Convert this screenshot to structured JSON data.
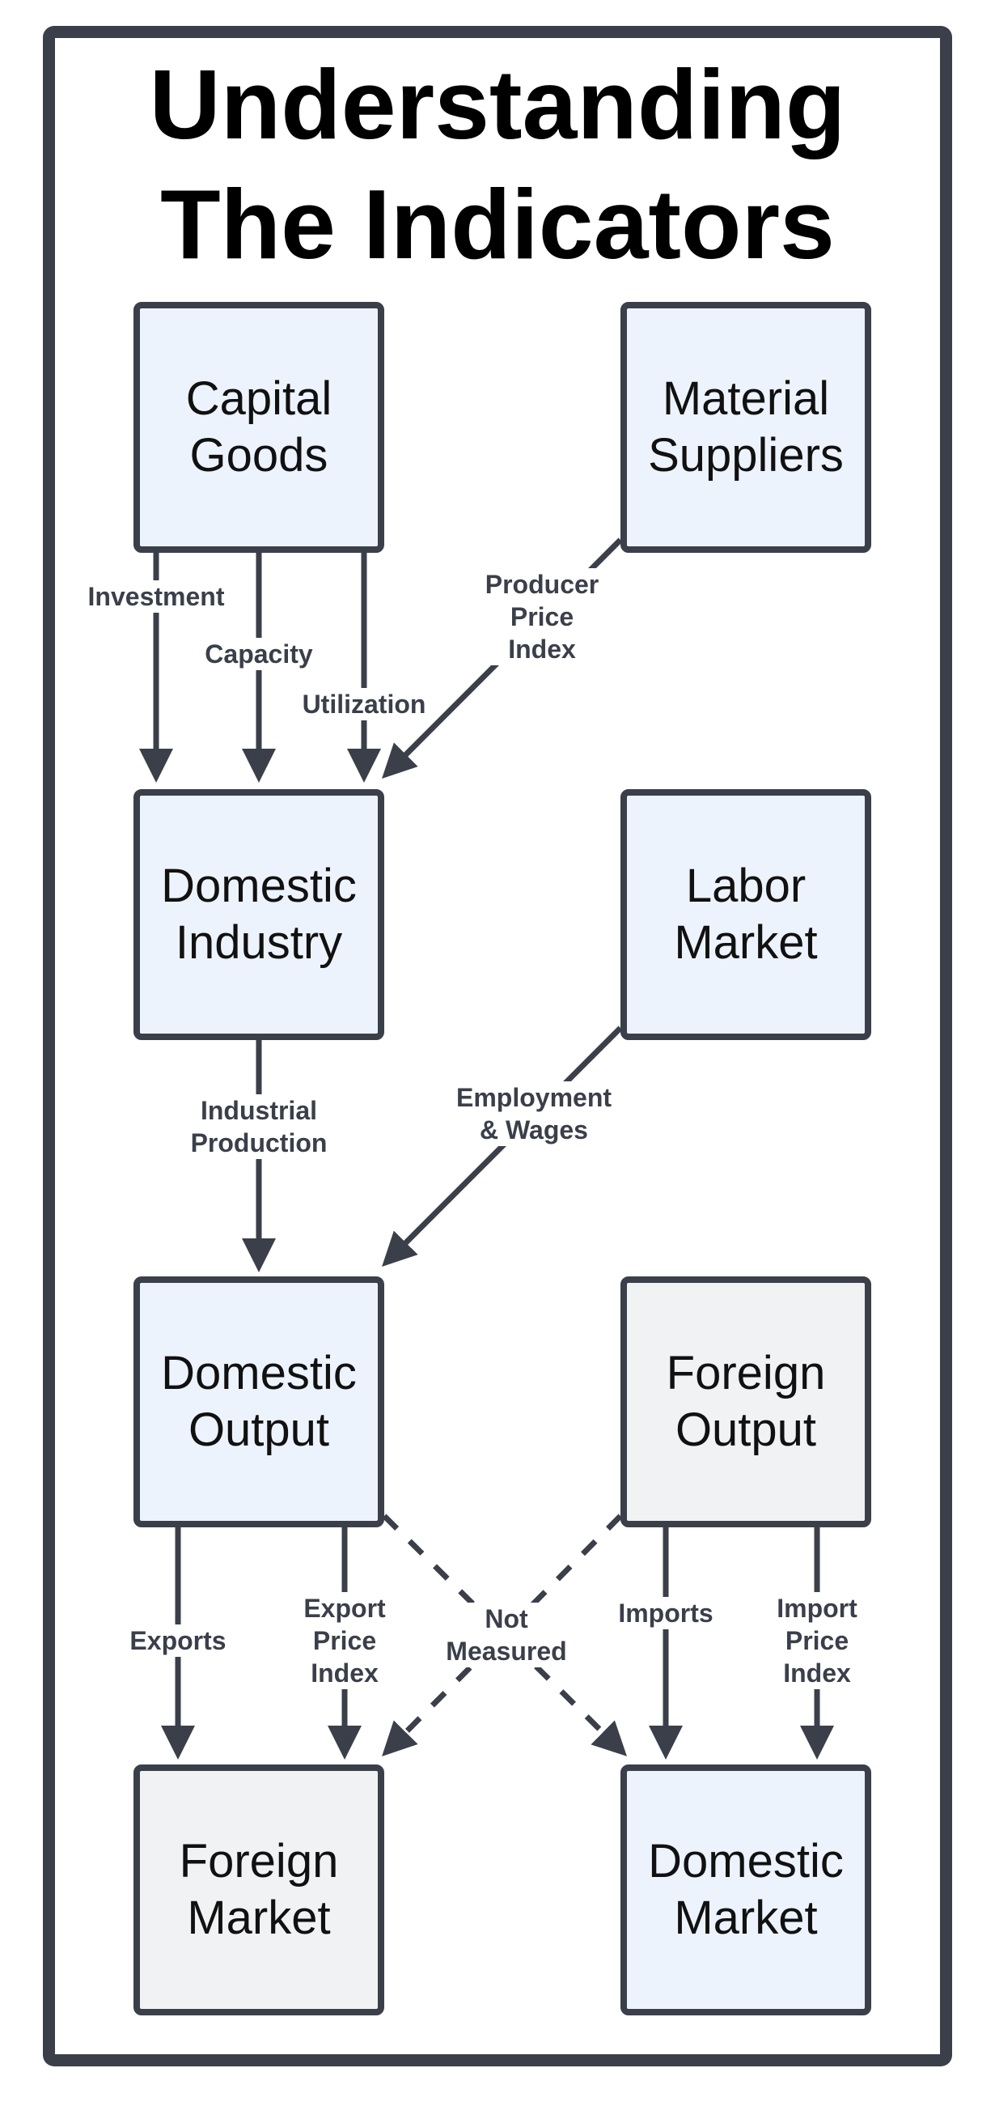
{
  "title": {
    "line1": "Understanding",
    "line2": "The Indicators"
  },
  "colors": {
    "border": "#3a3f4a",
    "box_blue": "#edf3fd",
    "box_gray": "#f1f2f4"
  },
  "nodes": {
    "capital_goods": {
      "line1": "Capital",
      "line2": "Goods"
    },
    "material_suppliers": {
      "line1": "Material",
      "line2": "Suppliers"
    },
    "domestic_industry": {
      "line1": "Domestic",
      "line2": "Industry"
    },
    "labor_market": {
      "line1": "Labor",
      "line2": "Market"
    },
    "domestic_output": {
      "line1": "Domestic",
      "line2": "Output"
    },
    "foreign_output": {
      "line1": "Foreign",
      "line2": "Output"
    },
    "foreign_market": {
      "line1": "Foreign",
      "line2": "Market"
    },
    "domestic_market": {
      "line1": "Domestic",
      "line2": "Market"
    }
  },
  "edges": {
    "investment": {
      "line1": "Investment"
    },
    "capacity": {
      "line1": "Capacity"
    },
    "utilization": {
      "line1": "Utilization"
    },
    "ppi": {
      "line1": "Producer",
      "line2": "Price",
      "line3": "Index"
    },
    "industrial_production": {
      "line1": "Industrial",
      "line2": "Production"
    },
    "employment": {
      "line1": "Employment",
      "line2": "& Wages"
    },
    "exports": {
      "line1": "Exports"
    },
    "export_price": {
      "line1": "Export",
      "line2": "Price",
      "line3": "Index"
    },
    "not_measured": {
      "line1": "Not",
      "line2": "Measured"
    },
    "imports": {
      "line1": "Imports"
    },
    "import_price": {
      "line1": "Import",
      "line2": "Price",
      "line3": "Index"
    }
  }
}
